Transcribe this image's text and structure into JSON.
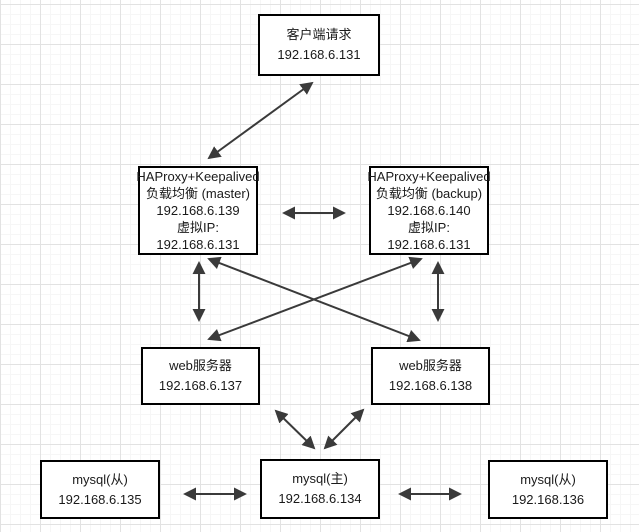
{
  "diagram": {
    "title": "HAProxy + Keepalived load-balanced web and MySQL replication topology",
    "colors": {
      "edge_line": "#3a3a3a",
      "box_border": "#000000",
      "box_background": "#ffffff",
      "grid_major": "#e2e2e2",
      "grid_minor": "#f6f6f6",
      "text": "#1a1a1a"
    },
    "nodes": {
      "client": {
        "line1": "客户端请求",
        "line2": "192.168.6.131"
      },
      "haproxy_master": {
        "line1": "HAProxy+Keepalived",
        "line2": "负载均衡 (master)",
        "line3": "192.168.6.139",
        "line4": "虚拟IP:",
        "line5": "192.168.6.131"
      },
      "haproxy_backup": {
        "line1": "HAProxy+Keepalived",
        "line2": "负载均衡 (backup)",
        "line3": "192.168.6.140",
        "line4": "虚拟IP:",
        "line5": "192.168.6.131"
      },
      "web1": {
        "line1": "web服务器",
        "line2": "192.168.6.137"
      },
      "web2": {
        "line1": "web服务器",
        "line2": "192.168.6.138"
      },
      "mysql_slave1": {
        "line1": "mysql(从)",
        "line2": "192.168.6.135"
      },
      "mysql_master": {
        "line1": "mysql(主)",
        "line2": "192.168.6.134"
      },
      "mysql_slave2": {
        "line1": "mysql(从)",
        "line2": "192.168.136"
      }
    },
    "edges": [
      {
        "name": "client to haproxy-master",
        "bidirectional": true
      },
      {
        "name": "haproxy-master to haproxy-backup",
        "bidirectional": true
      },
      {
        "name": "haproxy-master to web1",
        "bidirectional": true
      },
      {
        "name": "haproxy-backup to web2",
        "bidirectional": true
      },
      {
        "name": "haproxy-master to web2",
        "bidirectional": true
      },
      {
        "name": "haproxy-backup to web1",
        "bidirectional": true
      },
      {
        "name": "web1 to mysql-master",
        "bidirectional": true
      },
      {
        "name": "web2 to mysql-master",
        "bidirectional": true
      },
      {
        "name": "mysql-slave1 to mysql-master",
        "bidirectional": true
      },
      {
        "name": "mysql-master to mysql-slave2",
        "bidirectional": true
      }
    ]
  }
}
